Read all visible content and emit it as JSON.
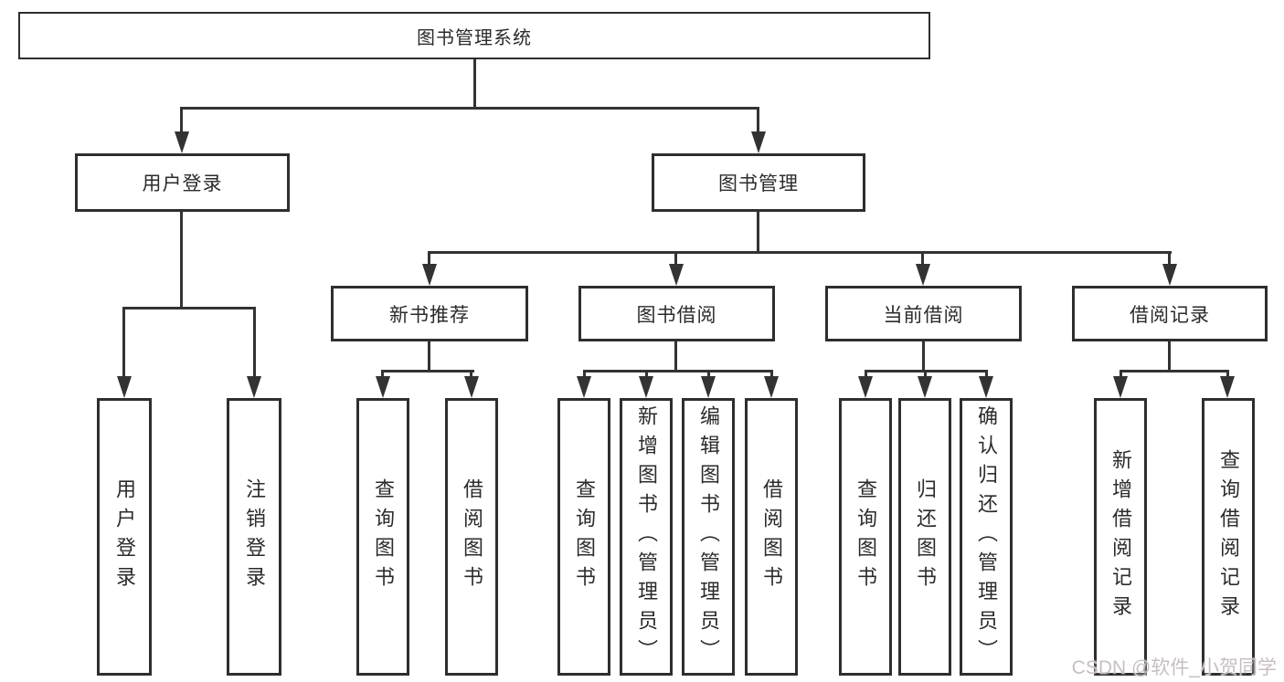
{
  "diagram": {
    "type": "hierarchy-tree",
    "colors": {
      "background": "#ffffff",
      "line": "#333333",
      "box_border": "#2e2e2e",
      "text": "#2b2b2b",
      "watermark": "#c8bfbf"
    },
    "tree": {
      "label": "图书管理系统",
      "children": [
        {
          "label": "用户登录",
          "children": [
            {
              "label": "用户登录"
            },
            {
              "label": "注销登录"
            }
          ]
        },
        {
          "label": "图书管理",
          "children": [
            {
              "label": "新书推荐",
              "children": [
                {
                  "label": "查询图书"
                },
                {
                  "label": "借阅图书"
                }
              ]
            },
            {
              "label": "图书借阅",
              "children": [
                {
                  "label": "查询图书"
                },
                {
                  "label": "新增图书（管理员）"
                },
                {
                  "label": "编辑图书（管理员）"
                },
                {
                  "label": "借阅图书"
                }
              ]
            },
            {
              "label": "当前借阅",
              "children": [
                {
                  "label": "查询图书"
                },
                {
                  "label": "归还图书"
                },
                {
                  "label": "确认归还（管理员）"
                }
              ]
            },
            {
              "label": "借阅记录",
              "children": [
                {
                  "label": "新增借阅记录"
                },
                {
                  "label": "查询借阅记录"
                }
              ]
            }
          ]
        }
      ]
    },
    "watermark": {
      "text": "CSDN @软件_小贺同学"
    }
  }
}
